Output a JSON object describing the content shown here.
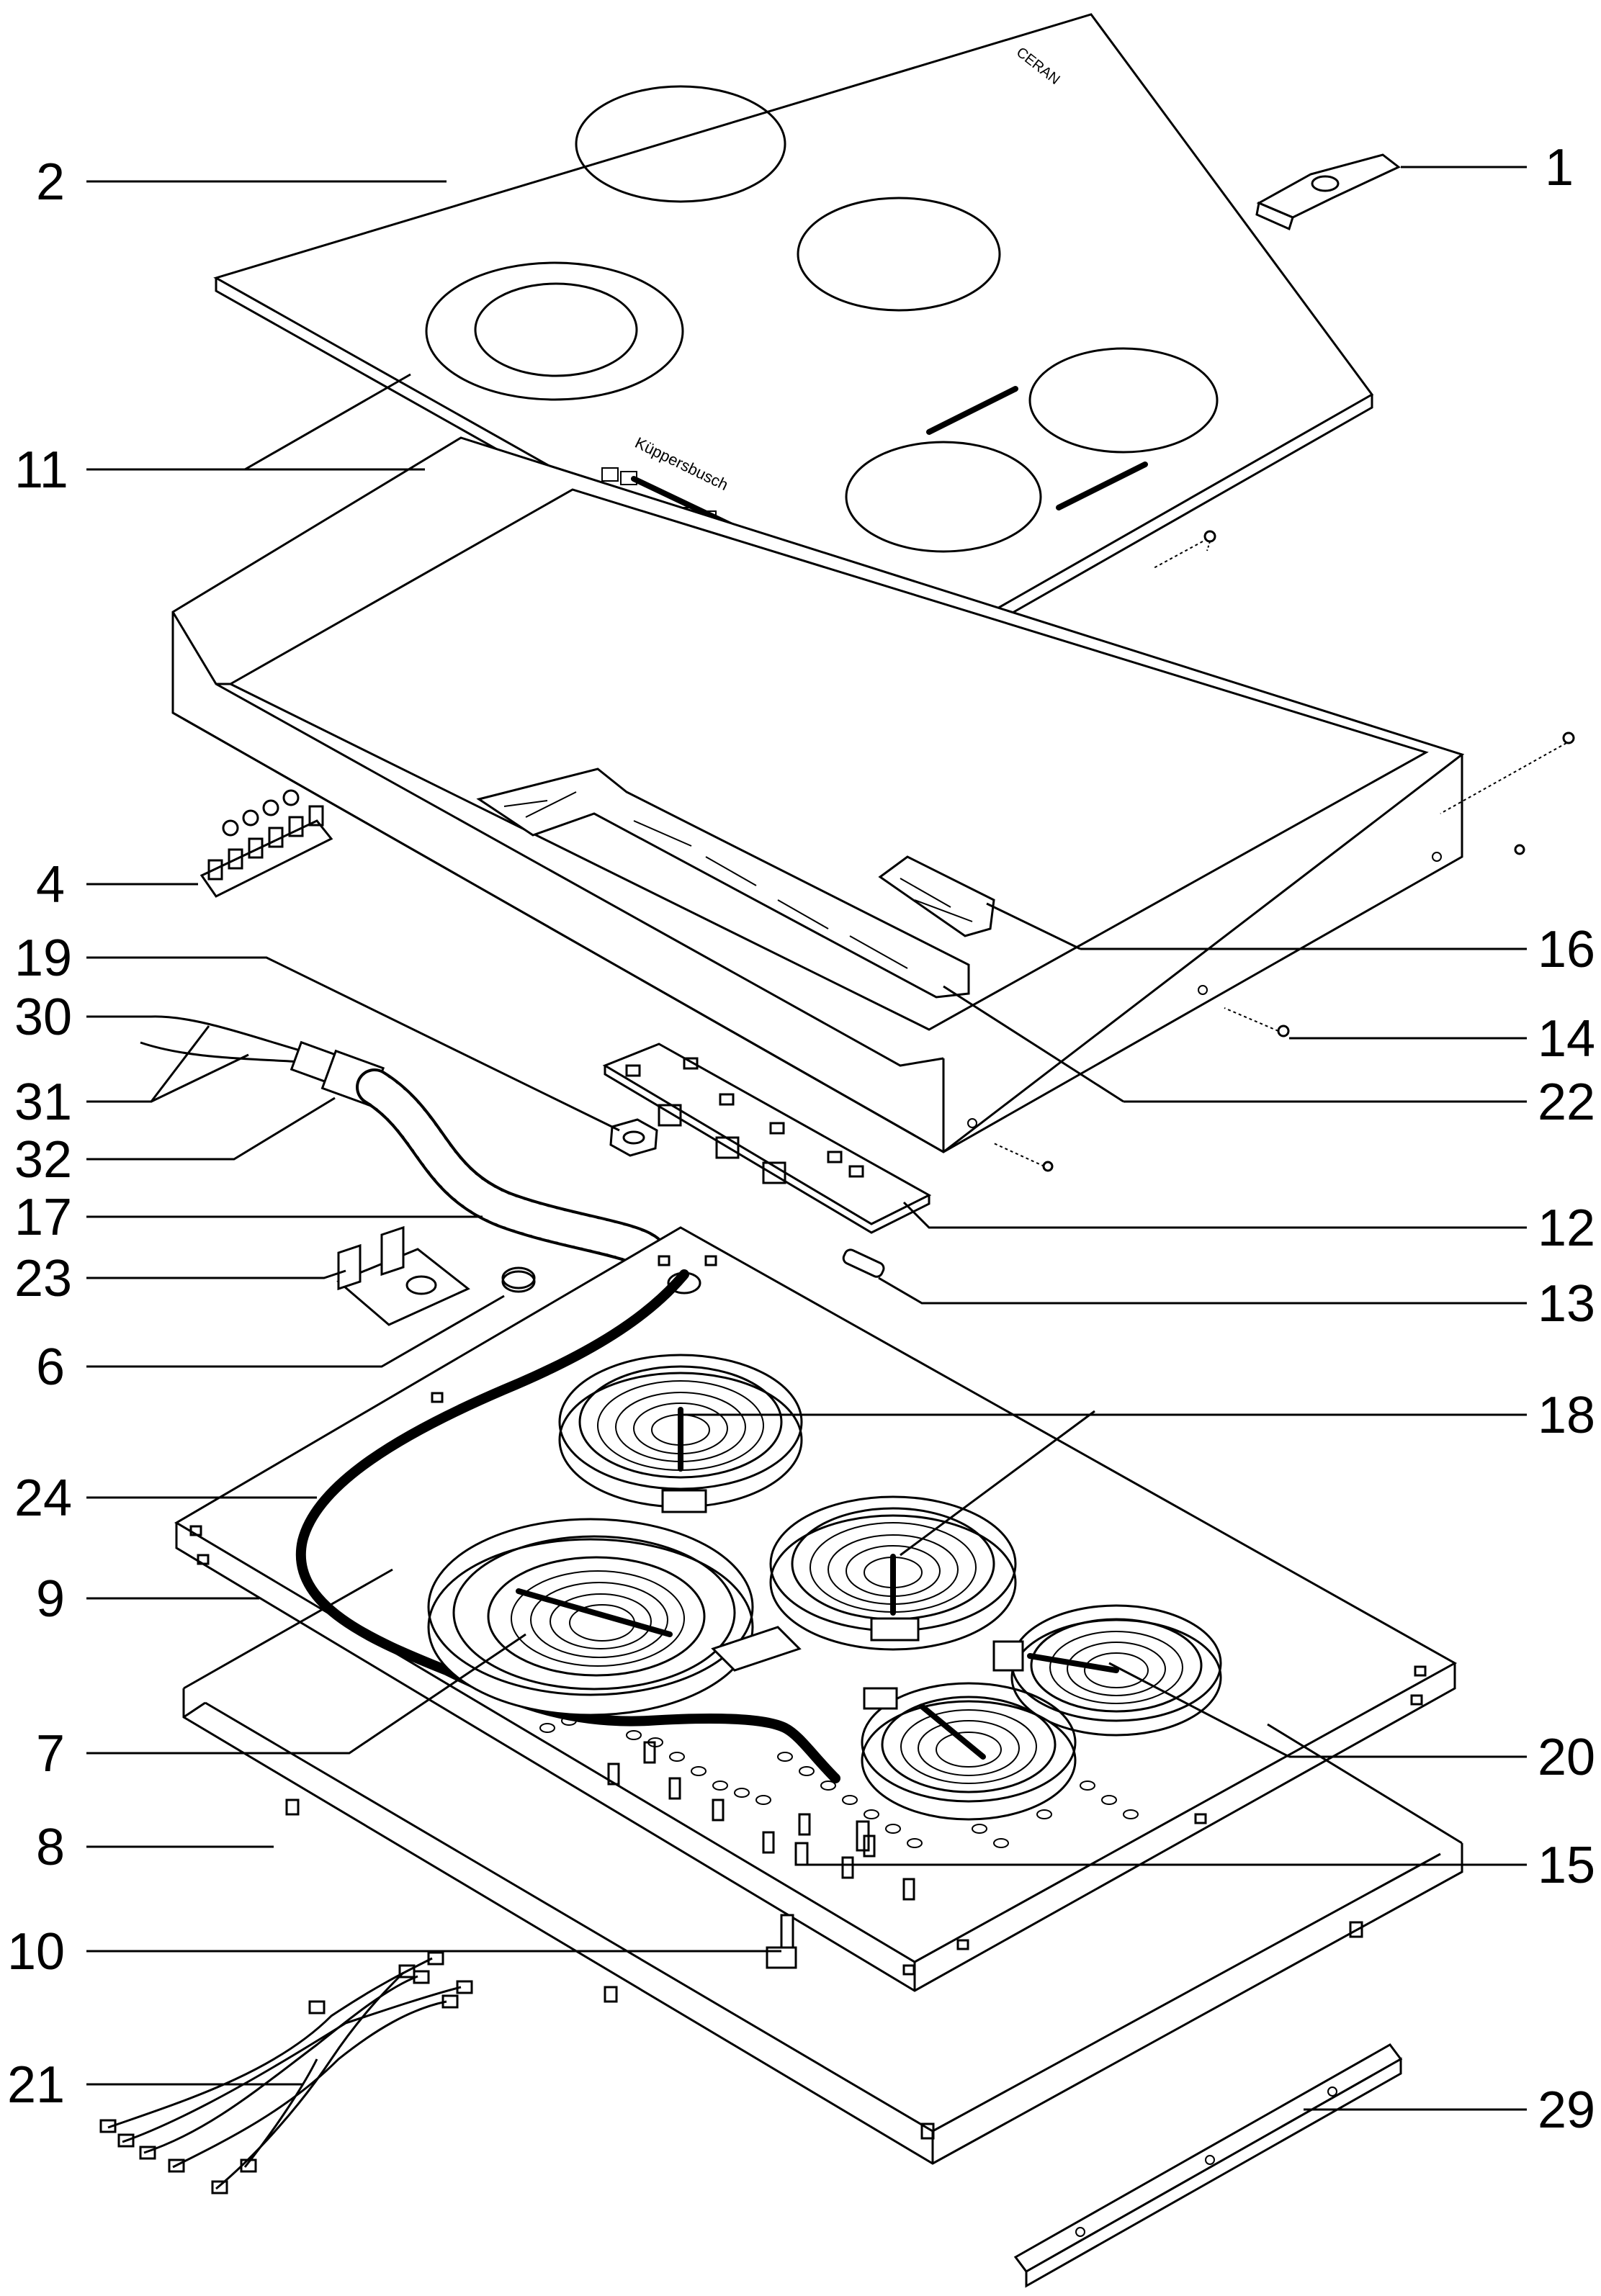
{
  "brand": {
    "glass_mark": "CERAN",
    "control_strip_mark": "Küppersbusch"
  },
  "callouts": [
    {
      "id": "1",
      "side": "right"
    },
    {
      "id": "2",
      "side": "left"
    },
    {
      "id": "11",
      "side": "left"
    },
    {
      "id": "4",
      "side": "left"
    },
    {
      "id": "16",
      "side": "right"
    },
    {
      "id": "19",
      "side": "left"
    },
    {
      "id": "14",
      "side": "right"
    },
    {
      "id": "30",
      "side": "left"
    },
    {
      "id": "31",
      "side": "left"
    },
    {
      "id": "22",
      "side": "right"
    },
    {
      "id": "32",
      "side": "left"
    },
    {
      "id": "17",
      "side": "left"
    },
    {
      "id": "12",
      "side": "right"
    },
    {
      "id": "23",
      "side": "left"
    },
    {
      "id": "13",
      "side": "right"
    },
    {
      "id": "6",
      "side": "left"
    },
    {
      "id": "18",
      "side": "right"
    },
    {
      "id": "24",
      "side": "left"
    },
    {
      "id": "9",
      "side": "left"
    },
    {
      "id": "7",
      "side": "left"
    },
    {
      "id": "20",
      "side": "right"
    },
    {
      "id": "8",
      "side": "left"
    },
    {
      "id": "15",
      "side": "right"
    },
    {
      "id": "10",
      "side": "left"
    },
    {
      "id": "21",
      "side": "left"
    },
    {
      "id": "29",
      "side": "right"
    }
  ]
}
